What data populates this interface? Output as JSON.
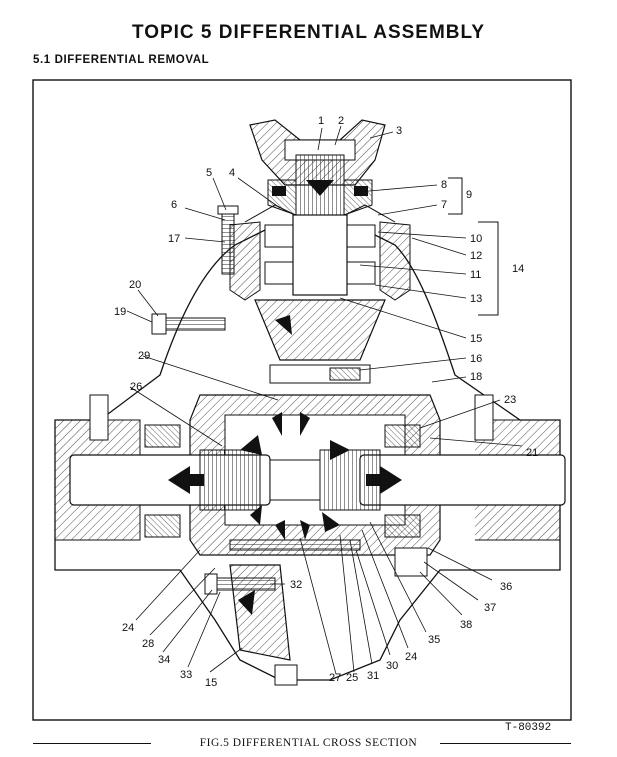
{
  "page": {
    "title": "TOPIC 5 DIFFERENTIAL ASSEMBLY",
    "section": "5.1 DIFFERENTIAL REMOVAL"
  },
  "figure": {
    "code": "T-80392",
    "caption": "FIG.5  DIFFERENTIAL CROSS SECTION",
    "callouts": [
      "1",
      "2",
      "3",
      "4",
      "5",
      "6",
      "7",
      "8",
      "9",
      "10",
      "11",
      "12",
      "13",
      "14",
      "15",
      "16",
      "17",
      "18",
      "19",
      "20",
      "21",
      "23",
      "24",
      "25",
      "26",
      "27",
      "28",
      "29",
      "30",
      "31",
      "32",
      "33",
      "34",
      "35",
      "36",
      "37",
      "38"
    ]
  }
}
